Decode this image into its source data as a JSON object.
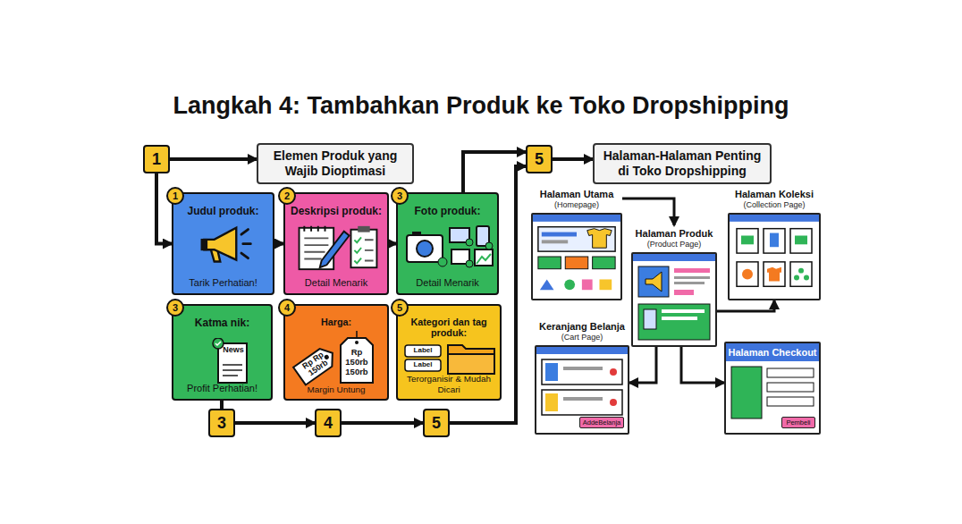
{
  "diagram": {
    "title": "Langkah 4: Tambahkan Produk ke Toko Dropshipping",
    "nodes": [
      {
        "text": [
          "1"
        ]
      },
      {
        "text": [
          "Elemen Produk yang Wajib Dioptimasi"
        ]
      },
      {
        "text": [
          "Judul produk:",
          "Tarik Perhatian!"
        ]
      },
      {
        "text": [
          "1"
        ],
        "in": 2
      },
      {
        "text": [
          "Deskripsi produk:",
          "Detail Menarik"
        ]
      },
      {
        "text": [
          "2"
        ],
        "in": 4
      },
      {
        "text": [
          "Foto produk:",
          "Detail Menarik"
        ]
      },
      {
        "text": [
          "3"
        ],
        "in": 6
      },
      {
        "text": [
          "Katma nik:",
          "Profit Perhatian!"
        ]
      },
      {
        "text": [
          "3"
        ],
        "in": 8
      },
      {
        "text": [
          "Harga:",
          "Margin Untung"
        ]
      },
      {
        "text": [
          "4"
        ],
        "in": 10
      },
      {
        "text": [
          "Kategori dan tag produk:",
          "Terorganisir & Mudah Dicari"
        ]
      },
      {
        "text": [
          "5"
        ],
        "in": 12
      },
      {
        "text": [
          "3"
        ]
      },
      {
        "text": [
          "4"
        ]
      },
      {
        "text": [
          "5"
        ]
      },
      {
        "text": [
          "5"
        ]
      },
      {
        "text": [
          "Halaman-Halaman Penting di Toko Dropshipping"
        ]
      },
      {
        "text": [
          "Halaman Utama",
          "(Homepage)"
        ]
      },
      {
        "text": [
          "Halaman Produk",
          "(Product Page)"
        ]
      },
      {
        "text": [
          "Halaman Koleksi",
          "(Collection Page)"
        ]
      },
      {
        "text": [
          "Keranjang Belanja",
          "(Cart Page)"
        ]
      },
      {
        "text": [
          "Halaman Checkout"
        ]
      },
      {
        "text": [
          "AddeBelanja"
        ],
        "in": 22
      },
      {
        "text": [
          "Pembeli"
        ],
        "in": 23
      }
    ],
    "edges": [
      {
        "from": 0,
        "to": 1,
        "arrow": "to"
      },
      {
        "from": 0,
        "to": 2,
        "arrow": "to"
      },
      {
        "from": 2,
        "to": 4,
        "arrow": "to"
      },
      {
        "from": 4,
        "to": 6,
        "arrow": "to"
      },
      {
        "from": 6,
        "to": 17,
        "arrow": "to"
      },
      {
        "from": 8,
        "to": 14,
        "arrow": "none"
      },
      {
        "from": 14,
        "to": 15,
        "arrow": "to"
      },
      {
        "from": 15,
        "to": 16,
        "arrow": "to"
      },
      {
        "from": 16,
        "to": 17,
        "arrow": "to"
      },
      {
        "from": 17,
        "to": 18,
        "arrow": "to"
      },
      {
        "from": 19,
        "to": 20,
        "arrow": "to"
      },
      {
        "from": 20,
        "to": 21,
        "arrow": "to"
      },
      {
        "from": 20,
        "to": 22,
        "arrow": "to"
      },
      {
        "from": 20,
        "to": 23,
        "arrow": "to"
      }
    ],
    "labels": [
      "News",
      "Rp Rp 150rb",
      "Rp 150rb 150rb",
      "Label",
      "Label"
    ]
  }
}
